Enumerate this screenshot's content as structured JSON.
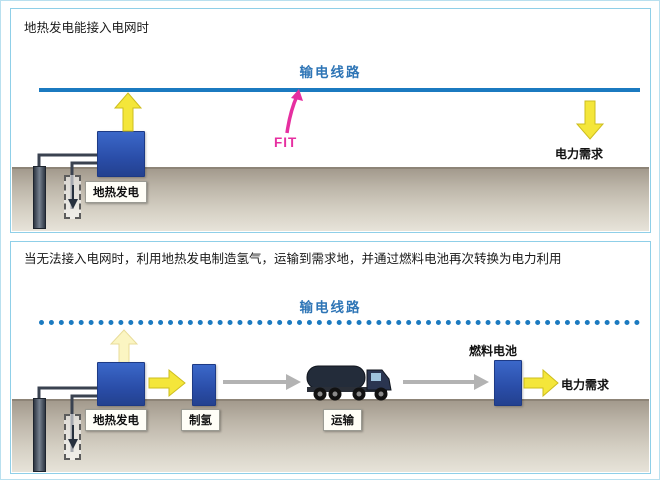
{
  "colors": {
    "transmission_line_blue": "#1b7ac0",
    "label_blue": "#2e75b6",
    "box_blue": "#2a4da8",
    "arrow_yellow": "#f4e63a",
    "fit_pink": "#e62fa0",
    "panel_border_blue": "#8fcfe8",
    "ground_gray": "#bdb6a9"
  },
  "top_panel": {
    "title": "地热发电能接入电网时",
    "transmission_line_label": "输电线路",
    "fit_label": "FIT",
    "power_demand_label": "电力需求",
    "geothermal_label": "地热发电"
  },
  "bottom_panel": {
    "title": "当无法接入电网时，利用地热发电制造氢气，运输到需求地，并通过燃料电池再次转换为电力利用",
    "transmission_line_label": "输电线路",
    "geothermal_label": "地热发电",
    "hydrogen_production_label": "制氢",
    "transport_label": "运输",
    "fuel_cell_label": "燃料电池",
    "power_demand_label": "电力需求"
  }
}
